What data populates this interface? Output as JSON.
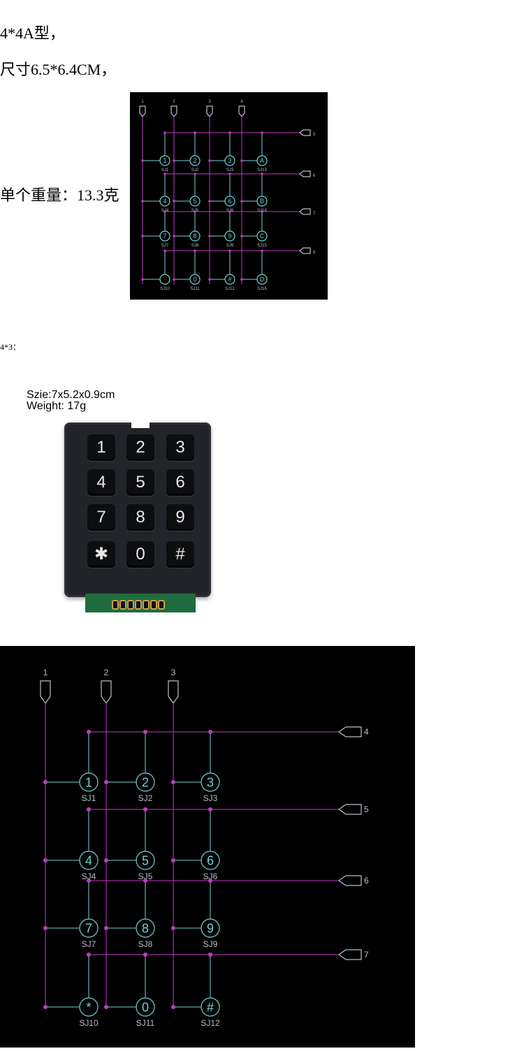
{
  "text": {
    "line1": "4*4A型，",
    "line2": "尺寸6.5*6.4CM，",
    "line3": "单个重量：13.3克",
    "line4": "4*3："
  },
  "product": {
    "size_label": "Szie:7x5.2x0.9cm",
    "weight_label": "Weight: 17g",
    "keys": [
      "1",
      "2",
      "3",
      "4",
      "5",
      "6",
      "7",
      "8",
      "9",
      "✱",
      "0",
      "#"
    ]
  },
  "schematic_4x4": {
    "columns": [
      "1",
      "2",
      "3",
      "4"
    ],
    "rows": [
      "5",
      "6",
      "7",
      "8"
    ],
    "keys": [
      "1",
      "2",
      "3",
      "A",
      "4",
      "5",
      "6",
      "B",
      "7",
      "8",
      "9",
      "C",
      "·",
      "0",
      "#",
      "D"
    ],
    "labels": [
      "SJ1",
      "SJ2",
      "SJ3",
      "SJ13",
      "SJ4",
      "SJ5",
      "SJ6",
      "SJ14",
      "SJ7",
      "SJ8",
      "SJ9",
      "SJ15",
      "SJ10",
      "SJ11",
      "SJ12",
      "SJ16"
    ]
  },
  "schematic_4x3": {
    "columns": [
      "1",
      "2",
      "3"
    ],
    "rows": [
      "4",
      "5",
      "6",
      "7"
    ],
    "keys": [
      "1",
      "2",
      "3",
      "4",
      "5",
      "6",
      "7",
      "8",
      "9",
      "*",
      "0",
      "#"
    ],
    "labels": [
      "SJ1",
      "SJ2",
      "SJ3",
      "SJ4",
      "SJ5",
      "SJ6",
      "SJ7",
      "SJ8",
      "SJ9",
      "SJ10",
      "SJ11",
      "SJ12"
    ]
  },
  "colors": {
    "wire": "#c23bc2",
    "key": "#6fd3d0",
    "label": "#b8bec6",
    "bg": "#000000"
  }
}
